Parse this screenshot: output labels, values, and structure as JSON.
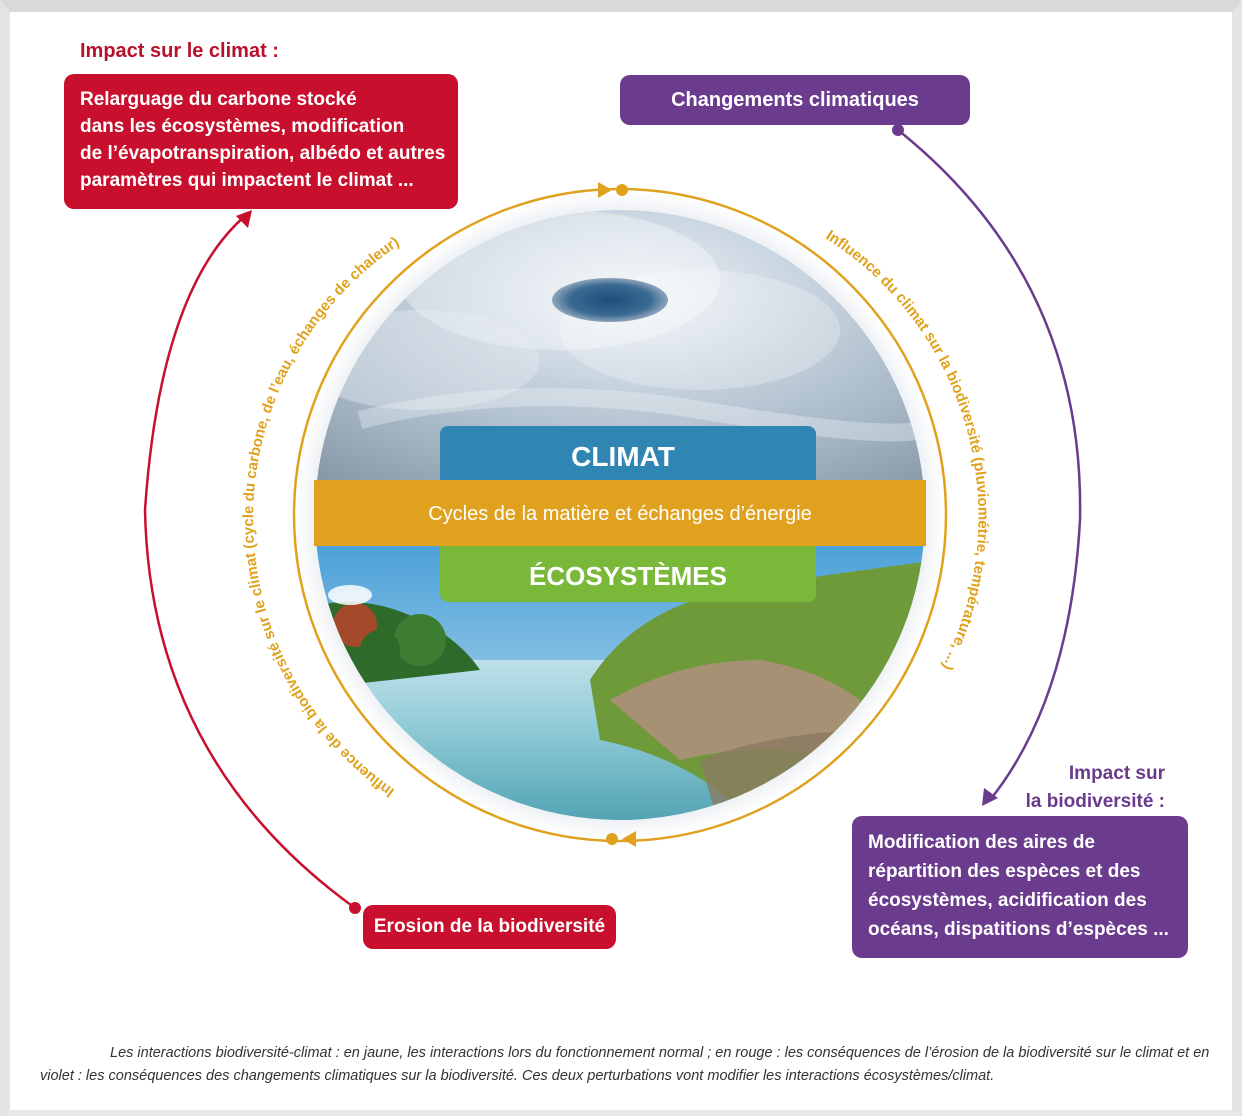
{
  "top_left": {
    "heading": "Impact sur le climat :",
    "lines": [
      "Relarguage du carbone stocké",
      "dans les écosystèmes, modification",
      "de l’évapotranspiration, albédo et autres",
      "paramètres qui impactent le climat ..."
    ]
  },
  "top_right": {
    "label": "Changements climatiques"
  },
  "bottom_right": {
    "heading_lines": [
      "Impact sur",
      "la biodiversité :"
    ],
    "lines": [
      "Modification des aires de",
      "répartition des espèces et des",
      "écosystèmes, acidification des",
      "océans, dispatitions d’espèces ..."
    ]
  },
  "bottom_left": {
    "label": "Erosion de la biodiversité"
  },
  "center": {
    "climat": "CLIMAT",
    "band": "Cycles de la matière et échanges d’énergie",
    "ecosystemes": "ÉCOSYSTÈMES"
  },
  "arcs": {
    "left": "Influence de la biodiversité sur le climat (cycle du carbone, de l’eau, échanges de chaleur)",
    "right": "Influence du climat sur la biodiversité (pluviométrie, température, ...)"
  },
  "caption": "Les interactions biodiversité-climat : en jaune, les interactions lors du fonctionnement normal ; en rouge : les conséquences de l’érosion de la biodiversité sur le climat et en violet : les conséquences des changements climatiques sur la biodiversité. Ces deux perturbations vont modifier les interactions écosystèmes/climat.",
  "colors": {
    "red": "#c8102e",
    "purple": "#6b3b8e",
    "yellow": "#e0a21e",
    "climat_blue": "#2f86b3",
    "eco_green": "#7ab83a"
  },
  "icons": [
    "hurricane-photo",
    "coast-photo"
  ]
}
